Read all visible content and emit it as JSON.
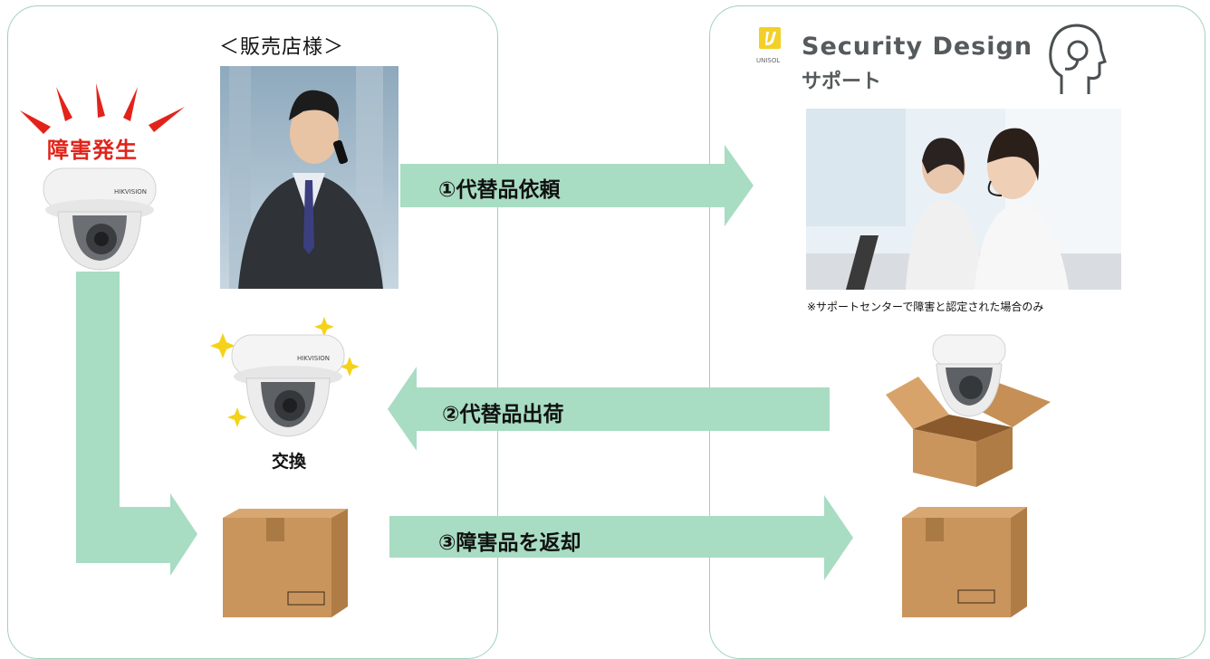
{
  "shop_label": "＜販売店様＞",
  "outage_label": "障害発生",
  "swap_label": "交換",
  "brand": {
    "logo_text": "UNISOL",
    "title": "Security Design",
    "subtitle": "サポート"
  },
  "note": "※サポートセンターで障害と認定された場合のみ",
  "steps": [
    {
      "label": "①代替品依頼"
    },
    {
      "label": "②代替品出荷"
    },
    {
      "label": "③障害品を返却"
    }
  ],
  "camera_brand": "HIKVISION",
  "colors": {
    "arrow": "#a8dcc3",
    "panel_border": "#9fd2bc",
    "alert": "#e2231a",
    "logo_yellow": "#f2d028",
    "box": "#c9955d",
    "sparkle": "#f5d21a"
  }
}
